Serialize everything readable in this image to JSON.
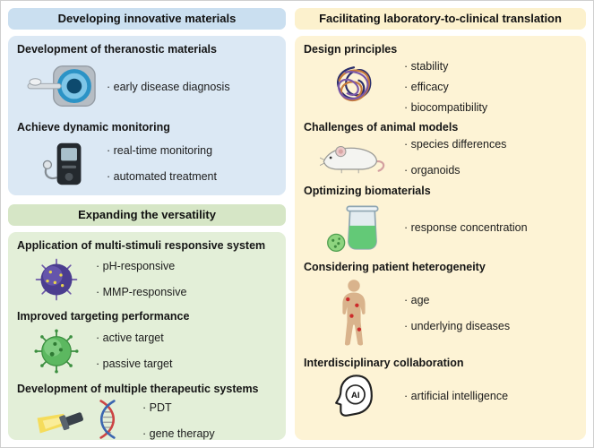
{
  "colors": {
    "blue_header": "#cadff0",
    "blue_panel": "#dbe8f4",
    "green_header": "#d6e6c6",
    "green_panel": "#e3efd8",
    "yellow_header": "#fcf1cd",
    "yellow_panel": "#fdf3d5"
  },
  "panels": {
    "innovative": {
      "header": "Developing innovative materials",
      "groups": [
        {
          "title": "Development of theranostic materials",
          "icon": "mri-scanner",
          "bullets": [
            "· early disease diagnosis"
          ]
        },
        {
          "title": "Achieve dynamic monitoring",
          "icon": "glucose-monitor",
          "bullets": [
            "· real-time monitoring",
            "· automated treatment"
          ]
        }
      ]
    },
    "versatility": {
      "header": "Expanding the versatility",
      "groups": [
        {
          "title": "Application of multi-stimuli responsive system",
          "icon": "nanoparticle",
          "bullets": [
            "· pH-responsive",
            "· MMP-responsive"
          ]
        },
        {
          "title": "Improved targeting performance",
          "icon": "virus",
          "bullets": [
            "· active target",
            "· passive target"
          ]
        },
        {
          "title": "Development of multiple therapeutic systems",
          "icons": [
            "flashlight",
            "dna-helix"
          ],
          "bullets": [
            "· PDT",
            "· gene therapy"
          ]
        }
      ]
    },
    "translation": {
      "header": "Facilitating laboratory-to-clinical translation",
      "groups": [
        {
          "title": "Design principles",
          "icon": "polymer-ball",
          "bullets": [
            "· stability",
            "· efficacy",
            "· biocompatibility"
          ]
        },
        {
          "title": "Challenges of animal models",
          "icon": "mouse",
          "bullets": [
            "· species differences",
            "· organoids"
          ]
        },
        {
          "title": "Optimizing biomaterials",
          "icon": "beaker",
          "bullets": [
            "· response concentration"
          ]
        },
        {
          "title": "Considering patient heterogeneity",
          "icon": "human-body",
          "bullets": [
            "· age",
            "· underlying diseases"
          ]
        },
        {
          "title": "Interdisciplinary collaboration",
          "icon": "head-ai",
          "bullets": [
            "· artificial intelligence"
          ]
        }
      ]
    }
  },
  "icons": {
    "ai_label": "AI"
  }
}
